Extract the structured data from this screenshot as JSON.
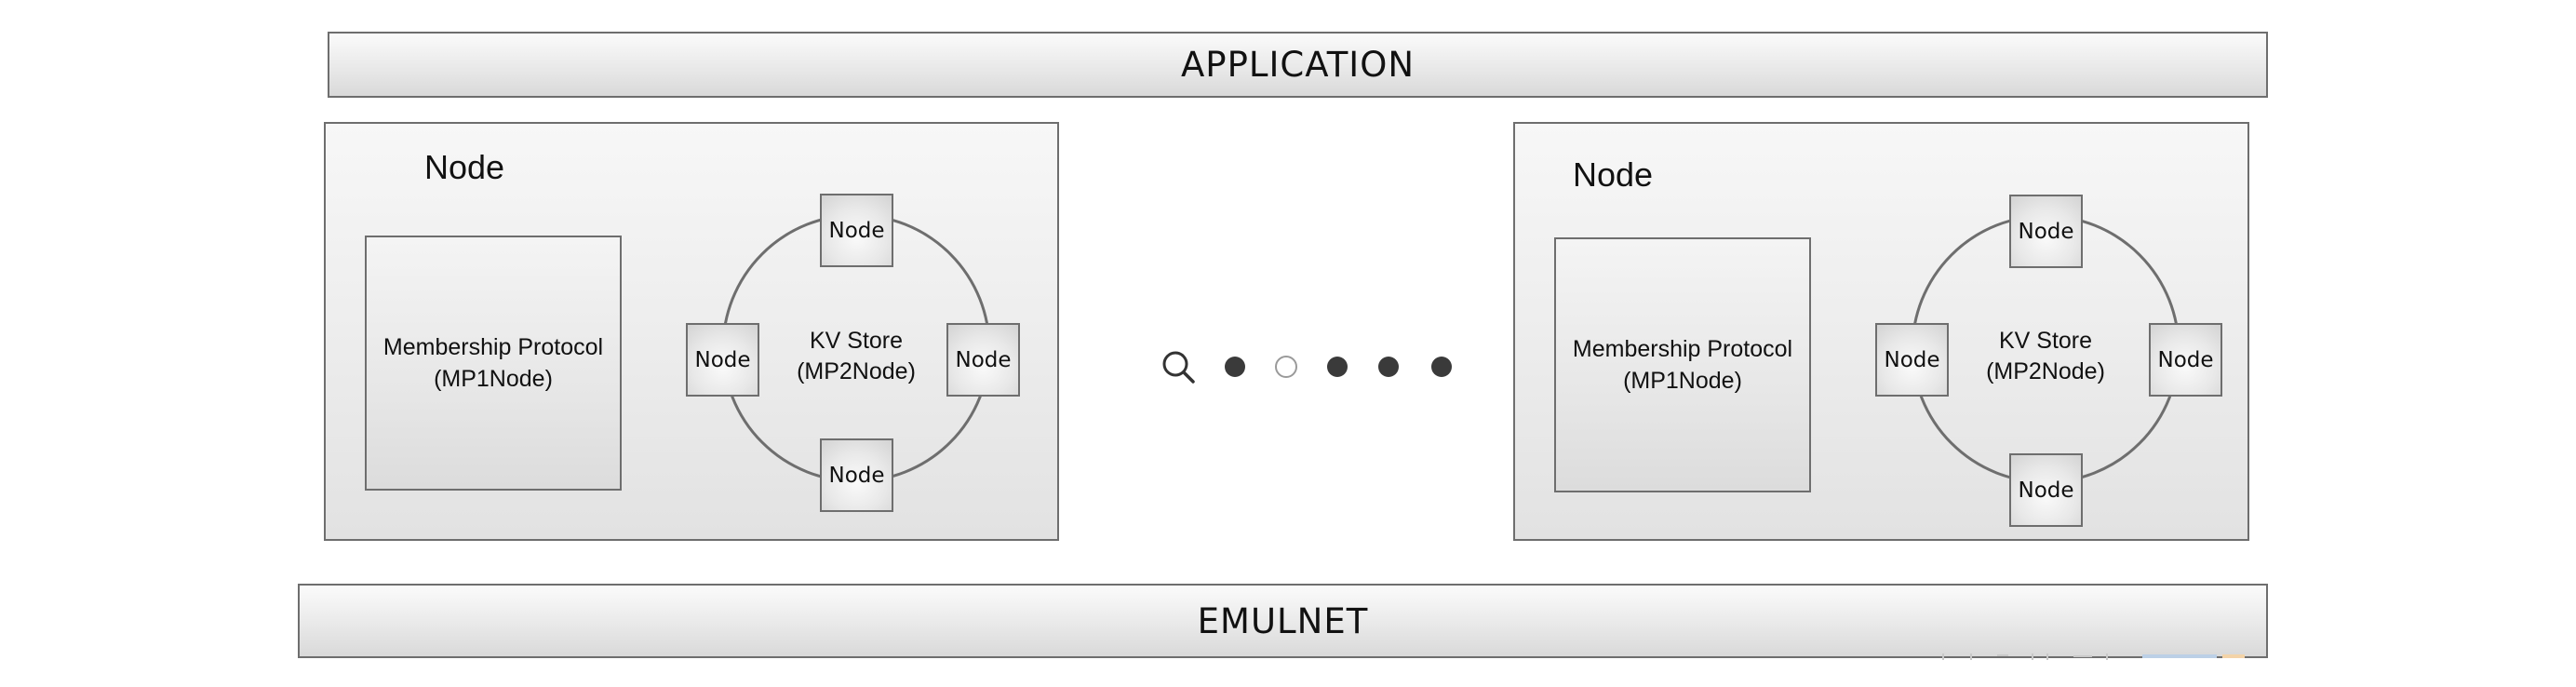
{
  "application_bar": {
    "label": "APPLICATION"
  },
  "emulnet_bar": {
    "label": "EMULNET"
  },
  "nodes": [
    {
      "title": "Node",
      "membership": {
        "line1": "Membership Protocol",
        "line2": "(MP1Node)"
      },
      "kv_store": {
        "line1": "KV Store",
        "line2": "(MP2Node)"
      },
      "ring_nodes": [
        "Node",
        "Node",
        "Node",
        "Node"
      ]
    },
    {
      "title": "Node",
      "membership": {
        "line1": "Membership Protocol",
        "line2": "(MP1Node)"
      },
      "kv_store": {
        "line1": "KV Store",
        "line2": "(MP2Node)"
      },
      "ring_nodes": [
        "Node",
        "Node",
        "Node",
        "Node"
      ]
    }
  ],
  "ellipsis": {
    "icon": "search-icon",
    "dots": [
      "filled",
      "hollow",
      "filled",
      "filled",
      "filled"
    ]
  },
  "colors": {
    "border": "#6e6e6e",
    "dot_filled": "#3a3a3a",
    "dot_hollow": "#ffffff"
  }
}
